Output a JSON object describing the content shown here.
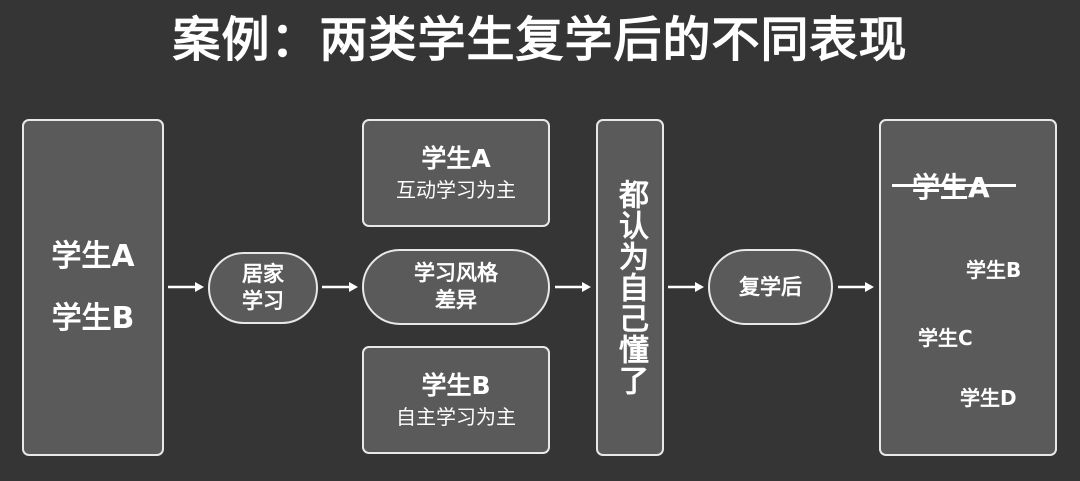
{
  "title": "案例：两类学生复学后的不同表现",
  "left_box": {
    "line1": "学生A",
    "line2": "学生B"
  },
  "home_study": {
    "line1": "居家",
    "line2": "学习"
  },
  "student_a_card": {
    "name": "学生A",
    "desc": "互动学习为主"
  },
  "style_diff": {
    "line1": "学习风格",
    "line2": "差异"
  },
  "student_b_card": {
    "name": "学生B",
    "desc": "自主学习为主"
  },
  "belief": "都认为自己懂了",
  "resume": "复学后",
  "result_box": {
    "struck": "学生A",
    "items": [
      "学生B",
      "学生C",
      "学生D"
    ]
  }
}
